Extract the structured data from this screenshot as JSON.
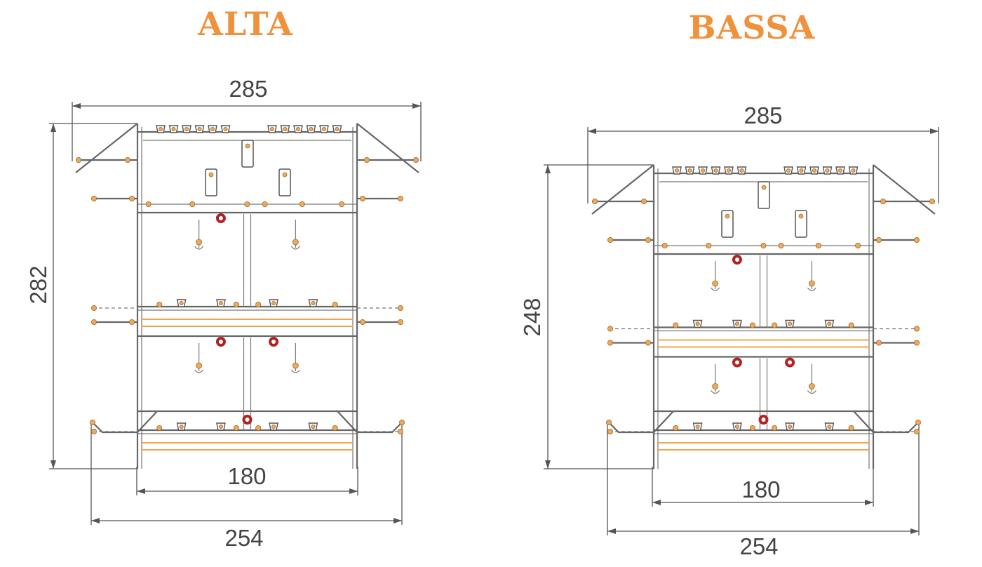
{
  "diagrams": [
    {
      "id": "alta",
      "title": "ALTA",
      "dims": {
        "top_width": "285",
        "height": "282",
        "inner_width": "180",
        "bottom_width": "254"
      },
      "tiers": 2
    },
    {
      "id": "bassa",
      "title": "BASSA",
      "dims": {
        "top_width": "285",
        "height": "248",
        "inner_width": "180",
        "bottom_width": "254"
      },
      "tiers": 2
    }
  ],
  "colors": {
    "title": "#f0913c",
    "rail": "#f0a54a",
    "peg": "#f2a85a",
    "hen_marker": "#b32222",
    "frame": "#666666"
  },
  "icons": {
    "hen_marker": "hen-marker-icon",
    "feeder_cup": "feeder-cup-icon",
    "perch_peg": "perch-peg-icon"
  }
}
